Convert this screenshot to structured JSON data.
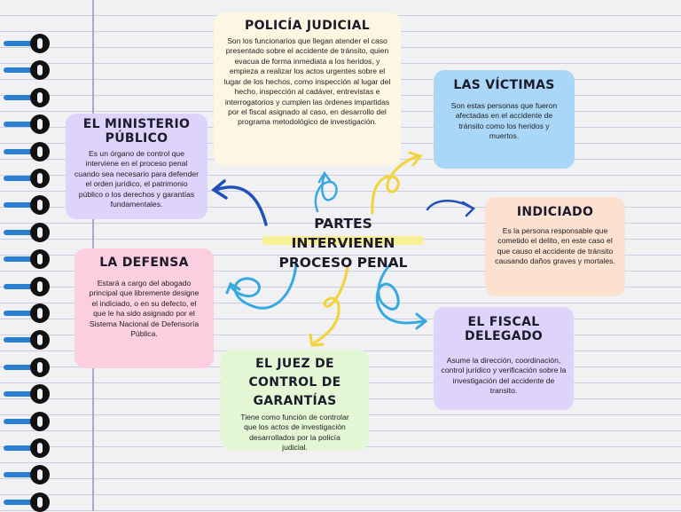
{
  "center": {
    "line1": "PARTES INTERVIENEN",
    "line2": "PROCESO PENAL"
  },
  "nodes": {
    "policia": {
      "title": "POLICÍA JUDICIAL",
      "text": "Son los funcionarios que llegan atender el caso presentado sobre el accidente de tránsito, quien evacua de forma inmediata a los heridos, y empieza a realizar los actos urgentes sobre el lugar de los hechos, como inspección al lugar del hecho, inspección al cadáver, entrevistas e interrogatorios y cumplen las órdenes impartidas por el fiscal asignado al caso, en desarrollo del programa metodológico de investigación.",
      "color": "#fdf6e2"
    },
    "victimas": {
      "title": "LAS VÍCTIMAS",
      "text": "Son estas personas que fueron afectadas en el accidente de tránsito como los heridos y muertos.",
      "color": "#aad7f8"
    },
    "ministerio": {
      "title": "EL MINISTERIO PÚBLICO",
      "text": "Es un órgano de control que interviene en el proceso penal cuando sea necesario para defender el orden jurídico, el patrimonio público o los derechos y garantías fundamentales.",
      "color": "#ddd3fb"
    },
    "indiciado": {
      "title": "INDICIADO",
      "text": "Es la persona responsable que cometido el delito, en este caso el que causo el accidente de tránsito causando daños graves y mortales.",
      "color": "#fce0d0"
    },
    "defensa": {
      "title": "LA DEFENSA",
      "text": "Estará a cargo del abogado principal que libremente designe el indiciado, o en su defecto, el que le ha sido asignado por el Sistema Nacional de Defensoría Pública.",
      "color": "#fbcfe0"
    },
    "fiscal": {
      "title": "EL FISCAL DELEGADO",
      "text": "Asume la dirección, coordinación, control jurídico y verificación sobre la investigación del accidente de transito.",
      "color": "#ddd3fb"
    },
    "juez": {
      "title": "EL JUEZ DE CONTROL DE GARANTÍAS",
      "text": "Tiene como función de controlar que los actos de investigación desarrollados por la policía judicial.",
      "color": "#e3f7d5"
    }
  },
  "colors": {
    "arrow_dark_blue": "#1f52b8",
    "arrow_light_blue": "#38a8e0",
    "arrow_yellow": "#f3d23c",
    "spiral_wire": "#2a7fd0",
    "margin_line": "#b9a2c8"
  }
}
